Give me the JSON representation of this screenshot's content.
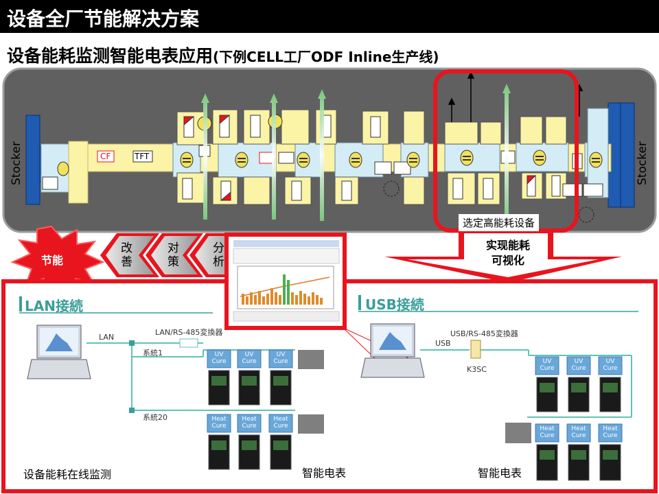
{
  "header": {
    "title": "设备全厂节能解决方案"
  },
  "subtitle": {
    "main": "设备能耗监测智能电表应用",
    "note": "(下例CELL工厂ODF Inline生产线)"
  },
  "line": {
    "stocker_left": "Stocker",
    "stocker_right": "Stocker",
    "cf_label": "CF",
    "tft_label": "TFT",
    "selected_label": "选定高能耗设备"
  },
  "flow": {
    "energy_saving": "节能",
    "improve": "改\n善",
    "measures": "对\n策",
    "analysis": "分\n析",
    "visualize": "实现能耗\n可视化"
  },
  "lan_panel": {
    "title": "LAN接続",
    "lan_label": "LAN",
    "converter": "LAN/RS-485変換器",
    "system1": "系統1",
    "system20": "系統20",
    "uv_label": "UV\nCure",
    "heat_label": "Heat\nCure",
    "meters_caption": "智能电表",
    "monitor_caption": "设备能耗在线监测"
  },
  "usb_panel": {
    "title": "USB接続",
    "converter": "USB/RS-485変換器",
    "usb_label": "USB",
    "k3sc": "K3SC",
    "uv_label": "UV\nCure",
    "heat_label": "Heat\nCure",
    "meters_caption": "智能电表"
  },
  "colors": {
    "accent_red": "#e8141e",
    "teal": "#3a9e9a",
    "line_yellow": "#fbf3a6",
    "line_blue": "#d4ecf6",
    "stocker_blue": "#1f5bb0",
    "panel_gray": "#606060"
  }
}
